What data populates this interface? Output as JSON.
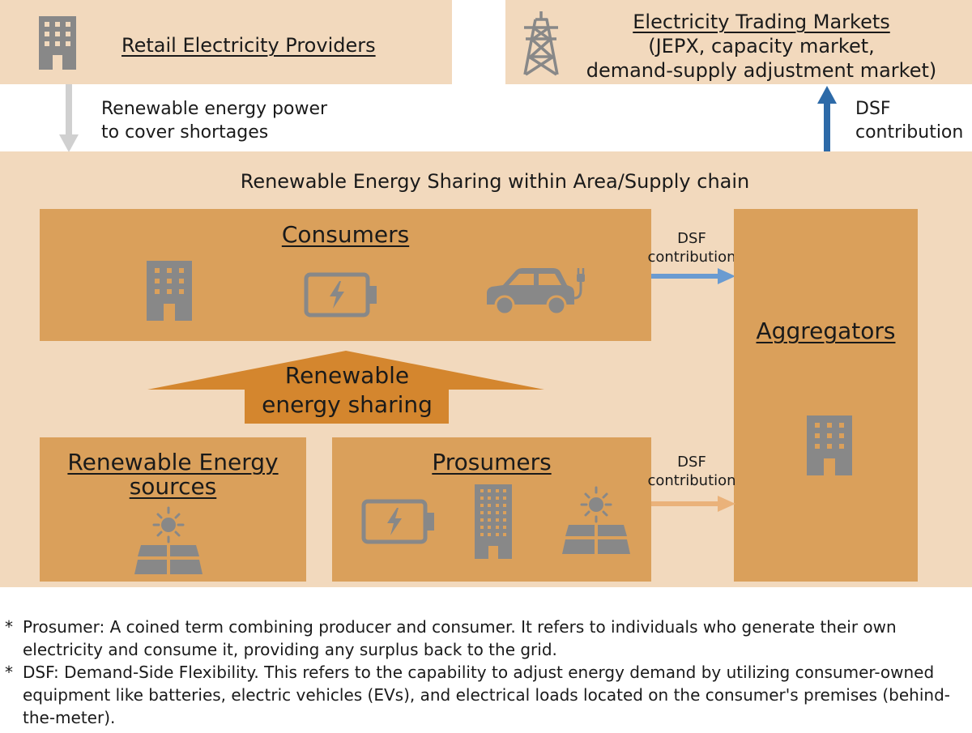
{
  "retail": {
    "title": "Retail Electricity Providers"
  },
  "market": {
    "title": "Electricity Trading Markets",
    "line2": "(JEPX, capacity market,",
    "line3": "demand-supply adjustment market)"
  },
  "shortage_label": {
    "line1": "Renewable energy power",
    "line2": "to cover shortages"
  },
  "dsf_top": {
    "line1": "DSF",
    "line2": "contribution"
  },
  "area": {
    "title": "Renewable Energy Sharing within Area/Supply chain"
  },
  "consumers": {
    "title": "Consumers"
  },
  "aggregators": {
    "title": "Aggregators"
  },
  "sources": {
    "title_line1": "Renewable Energy",
    "title_line2": "sources"
  },
  "prosumers": {
    "title": "Prosumers"
  },
  "sharing": {
    "line1": "Renewable",
    "line2": "energy sharing"
  },
  "dsf_consumers": {
    "line1": "DSF",
    "line2": "contribution"
  },
  "dsf_prosumers": {
    "line1": "DSF",
    "line2": "contribution"
  },
  "footnotes": [
    {
      "star": "*",
      "text": "Prosumer: A coined term combining producer and consumer. It refers to individuals who generate their own electricity and consume it, providing any surplus back to the grid."
    },
    {
      "star": "*",
      "text": "DSF: Demand-Side Flexibility. This refers to the capability to adjust energy demand by utilizing consumer-owned equipment like batteries, electric vehicles (EVs), and electrical loads located on the consumer's premises (behind-the-meter)."
    }
  ],
  "colors": {
    "light_panel": "#f2d9bd",
    "box": "#daa05b",
    "sharing_arrow": "#d4862e",
    "icon_gray": "#888888",
    "arrow_gray": "#d0d0d0",
    "arrow_blue_dark": "#2d6aa8",
    "arrow_blue_light": "#6a9bd1",
    "arrow_orange_light": "#eab27a"
  },
  "icons": [
    "building-icon",
    "power-tower-icon",
    "battery-icon",
    "electric-car-icon",
    "solar-panel-icon",
    "tall-building-icon"
  ]
}
